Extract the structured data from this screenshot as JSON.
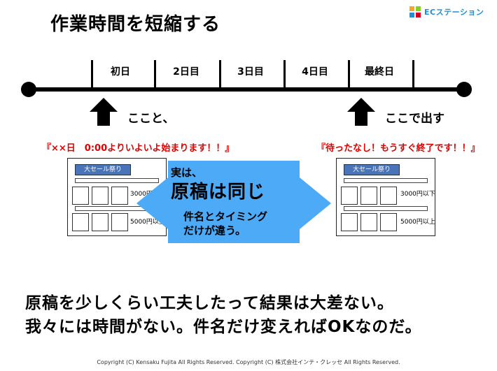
{
  "title": "作業時間を短縮する",
  "logo": {
    "text": "ECステーション"
  },
  "timeline": {
    "days": [
      "初日",
      "2日目",
      "3日目",
      "4日目",
      "最終日"
    ]
  },
  "notes": {
    "left": "ここと、",
    "right": "ここで出す"
  },
  "quotes": {
    "left": "『××日　0:00よりいよいよ始まります！！』",
    "right": "『待ったなし！もうすぐ終了です！！』"
  },
  "flyer": {
    "header": "大セール祭り",
    "price_upper": "3000円以下",
    "price_lower": "5000円以上"
  },
  "center": {
    "line1": "実は、",
    "line2": "原稿は同じ",
    "line3": "件名とタイミング",
    "line4": "だけが違う。"
  },
  "bottom": {
    "line1": "原稿を少しくらい工夫したって結果は大差ない。",
    "line2": "我々には時間がない。件名だけ変えればOKなのだ。"
  },
  "footer": "Copyright (C) Kensaku Fujita All Rights Reserved. Copyright (C) 株式会社インテ・クレッセ All Rights Reserved.",
  "colors": {
    "center_panel": "#4daaf6",
    "arrow": "#4daaf6",
    "quote_text": "#e00000",
    "flyer_header": "#4a74b8"
  }
}
